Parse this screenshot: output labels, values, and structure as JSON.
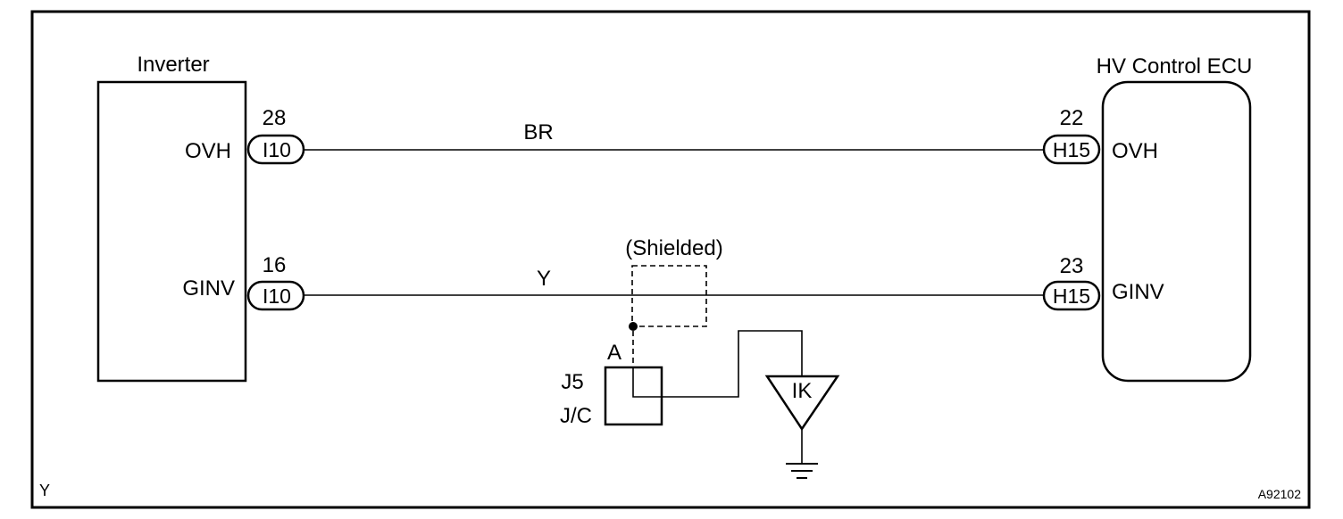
{
  "inverter": {
    "title": "Inverter",
    "terminals": [
      {
        "name": "OVH",
        "pin": "28",
        "connector": "I10"
      },
      {
        "name": "GINV",
        "pin": "16",
        "connector": "I10"
      }
    ]
  },
  "ecu": {
    "title": "HV Control ECU",
    "terminals": [
      {
        "name": "OVH",
        "pin": "22",
        "connector": "H15"
      },
      {
        "name": "GINV",
        "pin": "23",
        "connector": "H15"
      }
    ]
  },
  "wires": [
    {
      "color_code": "BR"
    },
    {
      "color_code": "Y"
    }
  ],
  "shield": {
    "label": "(Shielded)"
  },
  "junction": {
    "point": "A",
    "id": "J5",
    "type": "J/C"
  },
  "ground": {
    "label": "IK"
  },
  "footer": {
    "left": "Y",
    "right": "A92102"
  }
}
